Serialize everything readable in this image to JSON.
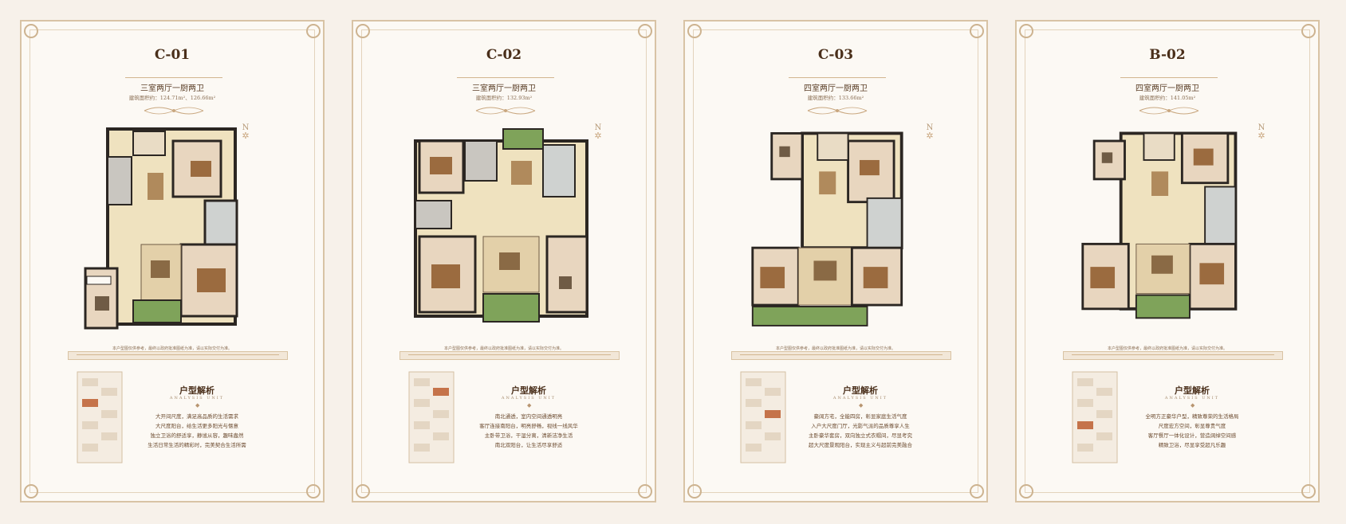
{
  "colors": {
    "page_bg": "#f7f1ea",
    "card_bg": "#fcf9f4",
    "border": "#d8c3a5",
    "floor_wood": "#e8d6bf",
    "floor_tile": "#efe2bf",
    "wall": "#2b2622",
    "garden": "#7fa35a"
  },
  "cards": [
    {
      "code": "C-01",
      "rooms": "三室两厅一厨两卫",
      "area": "建筑面积约：124.71m²、126.66m²",
      "north": "N",
      "note": "本户型图仅供参考，最终以政府批准图纸为准，请以实际交付为准。",
      "analysis_title": "户型解析",
      "analysis_sub": "ANALYSIS UNIT",
      "description": [
        "大开间尺度，满足高品质的生活需求",
        "大尺度阳台，给生活更多阳光与惬意",
        "独立卫浴的舒适享，静谧从容，趣味盎然",
        "生活日常生活的精彩时，完美契合生活所需"
      ]
    },
    {
      "code": "C-02",
      "rooms": "三室两厅一厨两卫",
      "area": "建筑面积约：132.93m²",
      "north": "N",
      "note": "本户型图仅供参考，最终以政府批准图纸为准，请以实际交付为准。",
      "analysis_title": "户型解析",
      "analysis_sub": "ANALYSIS UNIT",
      "description": [
        "南北通透，室内空间通透明亮",
        "客厅连接南阳台，明亮舒畅，视线一线风华",
        "主卧带卫浴，干湿分离，清新洁净生活",
        "南北双阳台，让生活尽享舒适"
      ]
    },
    {
      "code": "C-03",
      "rooms": "四室两厅一厨两卫",
      "area": "建筑面积约：133.66m²",
      "north": "N",
      "note": "本户型图仅供参考，最终以政府批准图纸为准，请以实际交付为准。",
      "analysis_title": "户型解析",
      "analysis_sub": "ANALYSIS UNIT",
      "description": [
        "豪阔方宅，全能四房，彰显家庭生活气度",
        "入户大尺度门厅，光影气派的品质尊享人生",
        "主卧豪华套房，双向独立式衣帽间，尽显考究",
        "超大尺度景观阳台，实现主义与超前完美融合"
      ]
    },
    {
      "code": "B-02",
      "rooms": "四室两厅一厨两卫",
      "area": "建筑面积约：141.05m²",
      "north": "N",
      "note": "本户型图仅供参考，最终以政府批准图纸为准，请以实际交付为准。",
      "analysis_title": "户型解析",
      "analysis_sub": "ANALYSIS UNIT",
      "description": [
        "全明方正豪华户型，精致尊荣的生活格局",
        "尺度宏方空间，彰显尊贵气度",
        "客厅餐厅一体化设计，营造阔绰空间感",
        "精致卫浴，尽显享受超凡乐趣"
      ]
    }
  ]
}
